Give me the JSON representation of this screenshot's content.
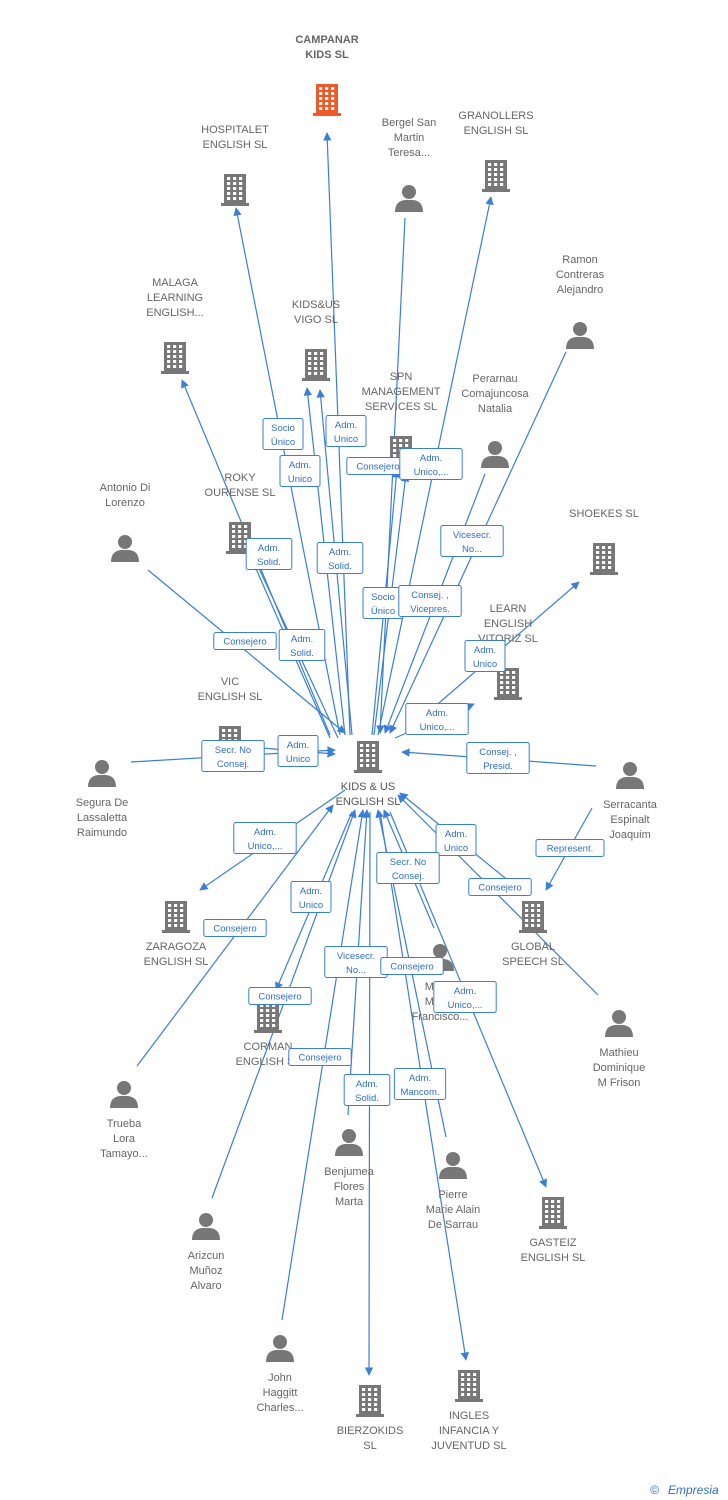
{
  "diagram": {
    "center": {
      "id": "kids-us",
      "label": [
        "KIDS & US",
        "ENGLISH SL"
      ]
    },
    "colors": {
      "edge": "#3a7fd5",
      "company": "#777777",
      "highlight": "#f05a28",
      "person": "#777777",
      "text": "#666666"
    },
    "nodes": [
      {
        "id": "campanar",
        "type": "company",
        "highlight": true,
        "label": [
          "CAMPANAR",
          "KIDS  SL"
        ]
      },
      {
        "id": "hospitalet",
        "type": "company",
        "label": [
          "HOSPITALET",
          "ENGLISH  SL"
        ]
      },
      {
        "id": "bergel",
        "type": "person",
        "label": [
          "Bergel San",
          "Martin",
          "Teresa..."
        ]
      },
      {
        "id": "granollers",
        "type": "company",
        "label": [
          "GRANOLLERS",
          "ENGLISH SL"
        ]
      },
      {
        "id": "ramon",
        "type": "person",
        "label": [
          "Ramon",
          "Contreras",
          "Alejandro"
        ]
      },
      {
        "id": "malaga",
        "type": "company",
        "label": [
          "MALAGA",
          "LEARNING",
          "ENGLISH..."
        ]
      },
      {
        "id": "vigo",
        "type": "company",
        "label": [
          "KIDS&US",
          "VIGO  SL"
        ]
      },
      {
        "id": "spn",
        "type": "company",
        "label": [
          "SPN",
          "MANAGEMENT",
          "SERVICES SL"
        ]
      },
      {
        "id": "perarnau",
        "type": "person",
        "label": [
          "Perarnau",
          "Comajuncosa",
          "Natalia"
        ]
      },
      {
        "id": "antonio",
        "type": "person",
        "label": [
          "Antonio Di",
          "Lorenzo"
        ]
      },
      {
        "id": "roky",
        "type": "company",
        "label": [
          "ROKY",
          "OURENSE SL"
        ]
      },
      {
        "id": "shoekes",
        "type": "company",
        "label": [
          "SHOEKES SL"
        ]
      },
      {
        "id": "learn",
        "type": "company",
        "label": [
          "LEARN",
          "ENGLISH",
          "VITORIZ SL"
        ]
      },
      {
        "id": "vic",
        "type": "company",
        "label": [
          "VIC",
          "ENGLISH SL"
        ]
      },
      {
        "id": "segura",
        "type": "person",
        "label": [
          "Segura De",
          "Lassaletta",
          "Raimundo"
        ]
      },
      {
        "id": "serracanta",
        "type": "person",
        "label": [
          "Serracanta",
          "Espinalt",
          "Joaquim"
        ]
      },
      {
        "id": "zaragoza",
        "type": "company",
        "label": [
          "ZARAGOZA",
          "ENGLISH SL"
        ]
      },
      {
        "id": "global",
        "type": "company",
        "label": [
          "GLOBAL",
          "SPEECH SL"
        ]
      },
      {
        "id": "martin",
        "type": "person",
        "label": [
          "Martin",
          "Martin",
          "Francisco..."
        ]
      },
      {
        "id": "corman",
        "type": "company",
        "label": [
          "CORMAN",
          "ENGLISH SL"
        ]
      },
      {
        "id": "mathieu",
        "type": "person",
        "label": [
          "Mathieu",
          "Dominique",
          "M Frison"
        ]
      },
      {
        "id": "trueba",
        "type": "person",
        "label": [
          "Trueba",
          "Lora",
          "Tamayo..."
        ]
      },
      {
        "id": "benjumea",
        "type": "person",
        "label": [
          "Benjumea",
          "Flores",
          "Marta"
        ]
      },
      {
        "id": "pierre",
        "type": "person",
        "label": [
          "Pierre",
          "Marie Alain",
          "De Sarrau"
        ]
      },
      {
        "id": "gasteiz",
        "type": "company",
        "label": [
          "GASTEIZ",
          "ENGLISH  SL"
        ]
      },
      {
        "id": "arizcun",
        "type": "person",
        "label": [
          "Arizcun",
          "Muñoz",
          "Alvaro"
        ]
      },
      {
        "id": "john",
        "type": "person",
        "label": [
          "John",
          "Haggitt",
          "Charles..."
        ]
      },
      {
        "id": "bierzokids",
        "type": "company",
        "label": [
          "BIERZOKIDS",
          "SL"
        ]
      },
      {
        "id": "ingles",
        "type": "company",
        "label": [
          "INGLES",
          "INFANCIA Y",
          "JUVENTUD  SL"
        ]
      }
    ],
    "relations": [
      {
        "id": "r1",
        "label": [
          "Socio",
          "Único"
        ]
      },
      {
        "id": "r2",
        "label": [
          "Adm.",
          "Unico"
        ]
      },
      {
        "id": "r3",
        "label": [
          "Adm.",
          "Unico"
        ]
      },
      {
        "id": "r4",
        "label": [
          "Consejero"
        ]
      },
      {
        "id": "r5",
        "label": [
          "Adm.",
          "Unico,..."
        ]
      },
      {
        "id": "r6",
        "label": [
          "Adm.",
          "Solid."
        ]
      },
      {
        "id": "r7",
        "label": [
          "Adm.",
          "Solid."
        ]
      },
      {
        "id": "r8",
        "label": [
          "Vicesecr.",
          "No..."
        ]
      },
      {
        "id": "r9",
        "label": [
          "Socio",
          "Único"
        ]
      },
      {
        "id": "r10",
        "label": [
          "Consej. ,",
          "Vicepres."
        ]
      },
      {
        "id": "r11",
        "label": [
          "Consejero"
        ]
      },
      {
        "id": "r12",
        "label": [
          "Adm.",
          "Solid."
        ]
      },
      {
        "id": "r13",
        "label": [
          "Adm.",
          "Unico"
        ]
      },
      {
        "id": "r14",
        "label": [
          "Adm.",
          "Unico,..."
        ]
      },
      {
        "id": "r15",
        "label": [
          "Secr.  No",
          "Consej."
        ]
      },
      {
        "id": "r16",
        "label": [
          "Adm.",
          "Unico"
        ]
      },
      {
        "id": "r17",
        "label": [
          "Consej. ,",
          "Presid."
        ]
      },
      {
        "id": "r18",
        "label": [
          "Adm.",
          "Unico,..."
        ]
      },
      {
        "id": "r19",
        "label": [
          "Represent."
        ]
      },
      {
        "id": "r20",
        "label": [
          "Adm.",
          "Unico"
        ]
      },
      {
        "id": "r21",
        "label": [
          "Secr.  No",
          "Consej."
        ]
      },
      {
        "id": "r22",
        "label": [
          "Consejero"
        ]
      },
      {
        "id": "r23",
        "label": [
          "Adm.",
          "Unico"
        ]
      },
      {
        "id": "r24",
        "label": [
          "Consejero"
        ]
      },
      {
        "id": "r25",
        "label": [
          "Vicesecr.",
          "No..."
        ]
      },
      {
        "id": "r26",
        "label": [
          "Consejero"
        ]
      },
      {
        "id": "r27",
        "label": [
          "Adm.",
          "Unico,..."
        ]
      },
      {
        "id": "r28",
        "label": [
          "Consejero"
        ]
      },
      {
        "id": "r29",
        "label": [
          "Consejero"
        ]
      },
      {
        "id": "r30",
        "label": [
          "Adm.",
          "Solid."
        ]
      },
      {
        "id": "r31",
        "label": [
          "Adm.",
          "Mancom."
        ]
      }
    ],
    "watermark": {
      "symbol": "©",
      "brand": "Empresia"
    }
  }
}
